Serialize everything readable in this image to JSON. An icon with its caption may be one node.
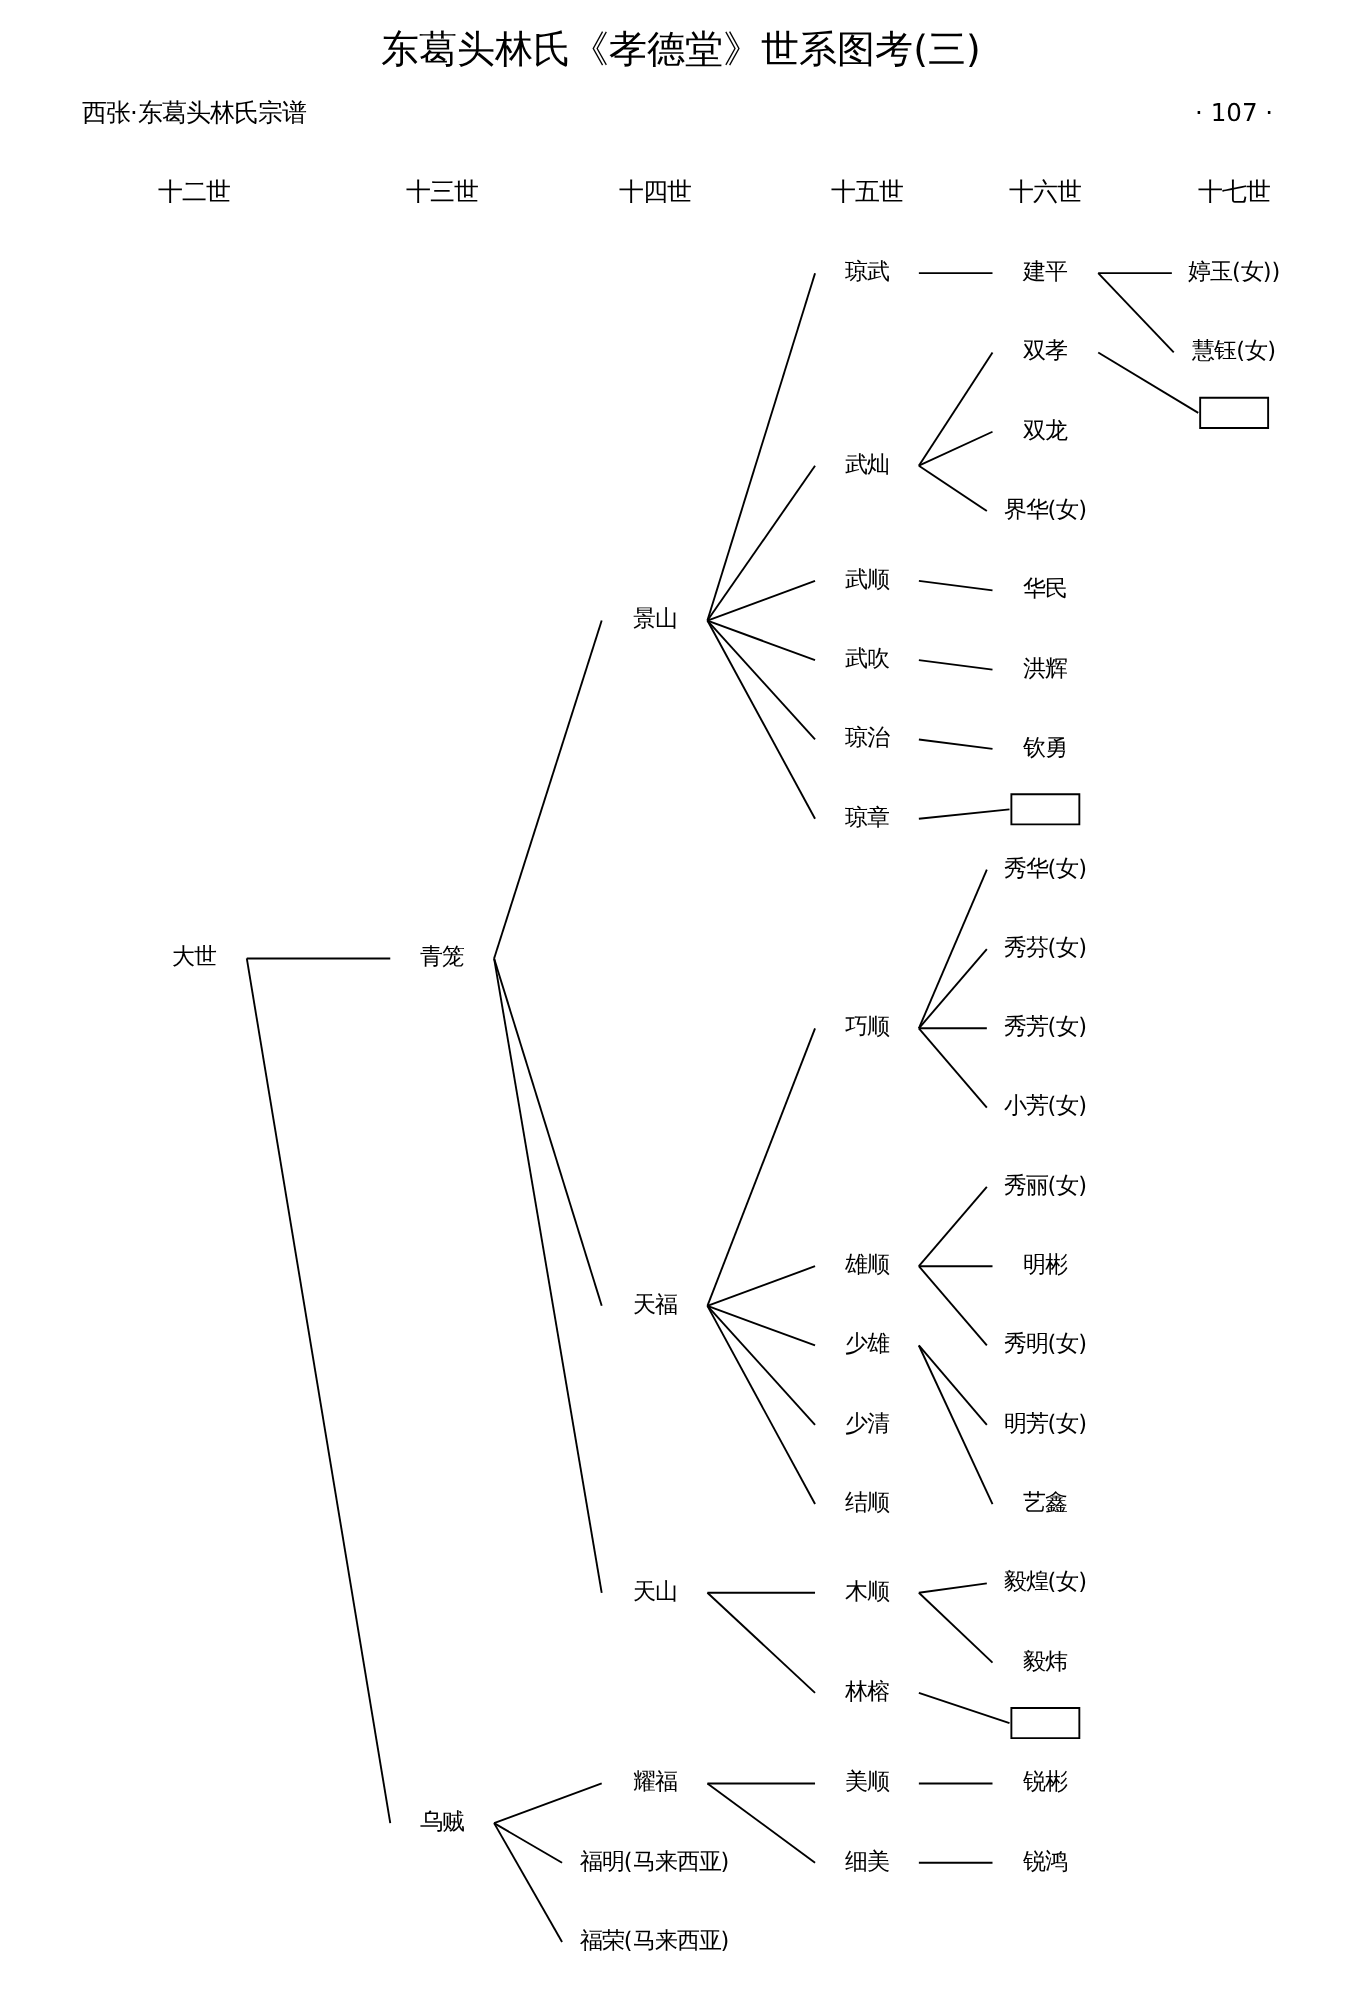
{
  "diagram": {
    "title": "东葛头林氏《孝德堂》世系图考(三)",
    "nodes": [
      {
        "text": [
          "大世"
        ]
      },
      {
        "text": [
          "青笼"
        ]
      },
      {
        "text": [
          "景山"
        ]
      },
      {
        "text": [
          "琼武"
        ]
      },
      {
        "text": [
          "建平"
        ]
      },
      {
        "text": [
          "婷玉(女))"
        ]
      },
      {
        "text": [
          "慧钰(女)"
        ]
      },
      {
        "text": [
          "武灿"
        ]
      },
      {
        "text": [
          "双孝"
        ]
      },
      {
        "text": [],
        "shape": "box"
      },
      {
        "text": [
          "双龙"
        ]
      },
      {
        "text": [
          "界华(女)"
        ]
      },
      {
        "text": [
          "武顺"
        ]
      },
      {
        "text": [
          "华民"
        ]
      },
      {
        "text": [
          "武吹"
        ]
      },
      {
        "text": [
          "洪辉"
        ]
      },
      {
        "text": [
          "琼治"
        ]
      },
      {
        "text": [
          "钦勇"
        ]
      },
      {
        "text": [
          "琼章"
        ]
      },
      {
        "text": [],
        "shape": "box"
      },
      {
        "text": [
          "天福"
        ]
      },
      {
        "text": [
          "巧顺"
        ]
      },
      {
        "text": [
          "秀华(女)"
        ]
      },
      {
        "text": [
          "秀芬(女)"
        ]
      },
      {
        "text": [
          "秀芳(女)"
        ]
      },
      {
        "text": [
          "小芳(女)"
        ]
      },
      {
        "text": [
          "雄顺"
        ]
      },
      {
        "text": [
          "秀丽(女)"
        ]
      },
      {
        "text": [
          "明彬"
        ]
      },
      {
        "text": [
          "秀明(女)"
        ]
      },
      {
        "text": [
          "少雄"
        ]
      },
      {
        "text": [
          "明芳(女)"
        ]
      },
      {
        "text": [
          "艺鑫"
        ]
      },
      {
        "text": [
          "少清"
        ]
      },
      {
        "text": [
          "结顺"
        ]
      },
      {
        "text": [
          "天山"
        ]
      },
      {
        "text": [
          "木顺"
        ]
      },
      {
        "text": [
          "毅煌(女)"
        ]
      },
      {
        "text": [
          "毅炜"
        ]
      },
      {
        "text": [
          "林榕"
        ]
      },
      {
        "text": [],
        "shape": "box"
      },
      {
        "text": [
          "乌贼"
        ]
      },
      {
        "text": [
          "耀福"
        ]
      },
      {
        "text": [
          "美顺"
        ]
      },
      {
        "text": [
          "锐彬"
        ]
      },
      {
        "text": [
          "细美"
        ]
      },
      {
        "text": [
          "锐鸿"
        ]
      },
      {
        "text": [
          "福明(马来西亚)"
        ]
      },
      {
        "text": [
          "福荣(马来西亚)"
        ]
      }
    ],
    "edges": [
      {
        "from": 0,
        "to": 1,
        "arrow": "none"
      },
      {
        "from": 0,
        "to": 41,
        "arrow": "none"
      },
      {
        "from": 1,
        "to": 2,
        "arrow": "none"
      },
      {
        "from": 1,
        "to": 20,
        "arrow": "none"
      },
      {
        "from": 1,
        "to": 35,
        "arrow": "none"
      },
      {
        "from": 2,
        "to": 3,
        "arrow": "none"
      },
      {
        "from": 2,
        "to": 7,
        "arrow": "none"
      },
      {
        "from": 2,
        "to": 12,
        "arrow": "none"
      },
      {
        "from": 2,
        "to": 14,
        "arrow": "none"
      },
      {
        "from": 2,
        "to": 16,
        "arrow": "none"
      },
      {
        "from": 2,
        "to": 18,
        "arrow": "none"
      },
      {
        "from": 3,
        "to": 4,
        "arrow": "none"
      },
      {
        "from": 4,
        "to": 5,
        "arrow": "none"
      },
      {
        "from": 4,
        "to": 6,
        "arrow": "none"
      },
      {
        "from": 7,
        "to": 8,
        "arrow": "none"
      },
      {
        "from": 7,
        "to": 10,
        "arrow": "none"
      },
      {
        "from": 7,
        "to": 11,
        "arrow": "none"
      },
      {
        "from": 8,
        "to": 9,
        "arrow": "none"
      },
      {
        "from": 12,
        "to": 13,
        "arrow": "none"
      },
      {
        "from": 14,
        "to": 15,
        "arrow": "none"
      },
      {
        "from": 16,
        "to": 17,
        "arrow": "none"
      },
      {
        "from": 18,
        "to": 19,
        "arrow": "none"
      },
      {
        "from": 20,
        "to": 21,
        "arrow": "none"
      },
      {
        "from": 20,
        "to": 26,
        "arrow": "none"
      },
      {
        "from": 20,
        "to": 30,
        "arrow": "none"
      },
      {
        "from": 20,
        "to": 33,
        "arrow": "none"
      },
      {
        "from": 20,
        "to": 34,
        "arrow": "none"
      },
      {
        "from": 21,
        "to": 22,
        "arrow": "none"
      },
      {
        "from": 21,
        "to": 23,
        "arrow": "none"
      },
      {
        "from": 21,
        "to": 24,
        "arrow": "none"
      },
      {
        "from": 21,
        "to": 25,
        "arrow": "none"
      },
      {
        "from": 26,
        "to": 27,
        "arrow": "none"
      },
      {
        "from": 26,
        "to": 28,
        "arrow": "none"
      },
      {
        "from": 26,
        "to": 29,
        "arrow": "none"
      },
      {
        "from": 30,
        "to": 31,
        "arrow": "none"
      },
      {
        "from": 30,
        "to": 32,
        "arrow": "none"
      },
      {
        "from": 35,
        "to": 36,
        "arrow": "none"
      },
      {
        "from": 35,
        "to": 39,
        "arrow": "none"
      },
      {
        "from": 36,
        "to": 37,
        "arrow": "none"
      },
      {
        "from": 36,
        "to": 38,
        "arrow": "none"
      },
      {
        "from": 39,
        "to": 40,
        "arrow": "none"
      },
      {
        "from": 41,
        "to": 42,
        "arrow": "none"
      },
      {
        "from": 41,
        "to": 47,
        "arrow": "none"
      },
      {
        "from": 41,
        "to": 48,
        "arrow": "none"
      },
      {
        "from": 42,
        "to": 43,
        "arrow": "none"
      },
      {
        "from": 42,
        "to": 45,
        "arrow": "none"
      },
      {
        "from": 43,
        "to": 44,
        "arrow": "none"
      },
      {
        "from": 45,
        "to": 46,
        "arrow": "none"
      }
    ],
    "labels": [
      "西张·东葛头林氏宗谱",
      "十二世",
      "十三世",
      "十四世",
      "十五世",
      "十六世",
      "十七世",
      "· 107 ·"
    ]
  }
}
